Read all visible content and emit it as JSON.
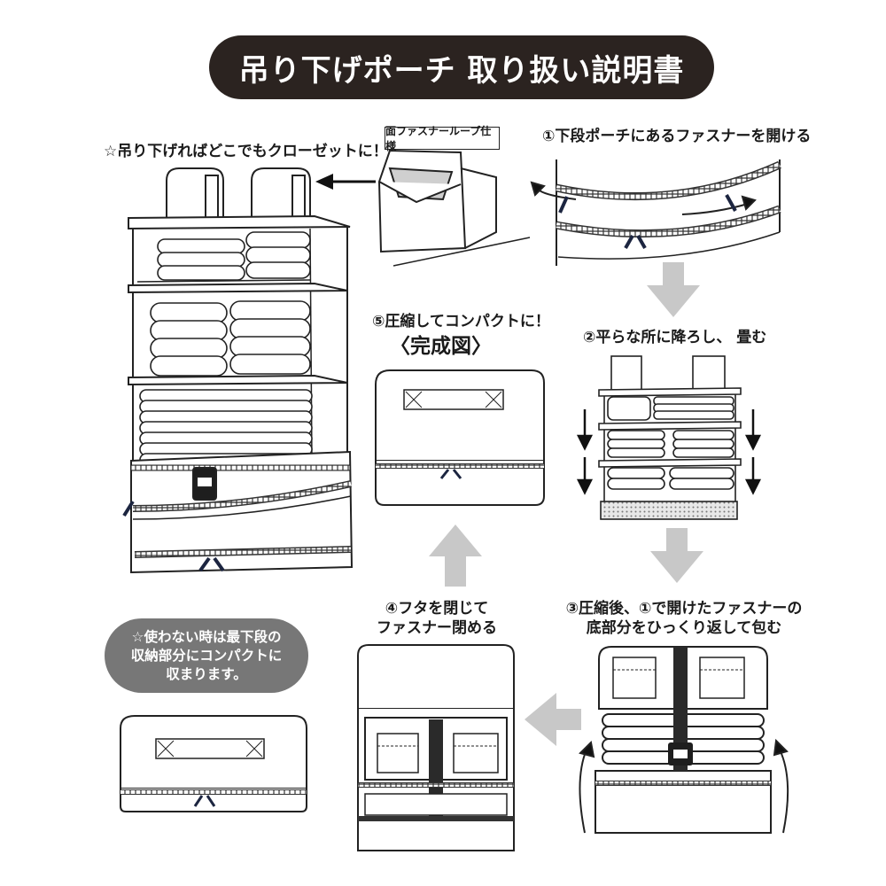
{
  "title": "吊り下げポーチ 取り扱い説明書",
  "labels": {
    "closet": "☆吊り下げればどこでもクローゼットに！",
    "spec": "面ファスナーループ仕様",
    "step1": "①下段ポーチにあるファスナーを開ける",
    "step2": "②平らな所に降ろし、 畳む",
    "step3_line1": "③圧縮後、①で開けたファスナーの",
    "step3_line2": "底部分をひっくり返して包む",
    "step4_line1": "④フタを閉じて",
    "step4_line2": "ファスナー閉める",
    "step5": "⑤圧縮してコンパクトに！",
    "complete": "〈完成図〉",
    "note_line1": "☆使わない時は最下段の",
    "note_line2": "収納部分にコンパクトに",
    "note_line3": "収まります。"
  },
  "colors": {
    "pill": "#2b2320",
    "arrow_gray": "#c8c8c8",
    "bubble_gray": "#777777",
    "line": "#222222",
    "zipper_pull": "#1c2540"
  },
  "icons": [
    "arrow-down-icon",
    "arrow-up-icon",
    "arrow-left-icon",
    "arrow-right-black-icon",
    "zipper-pull-icon",
    "buckle-icon"
  ]
}
